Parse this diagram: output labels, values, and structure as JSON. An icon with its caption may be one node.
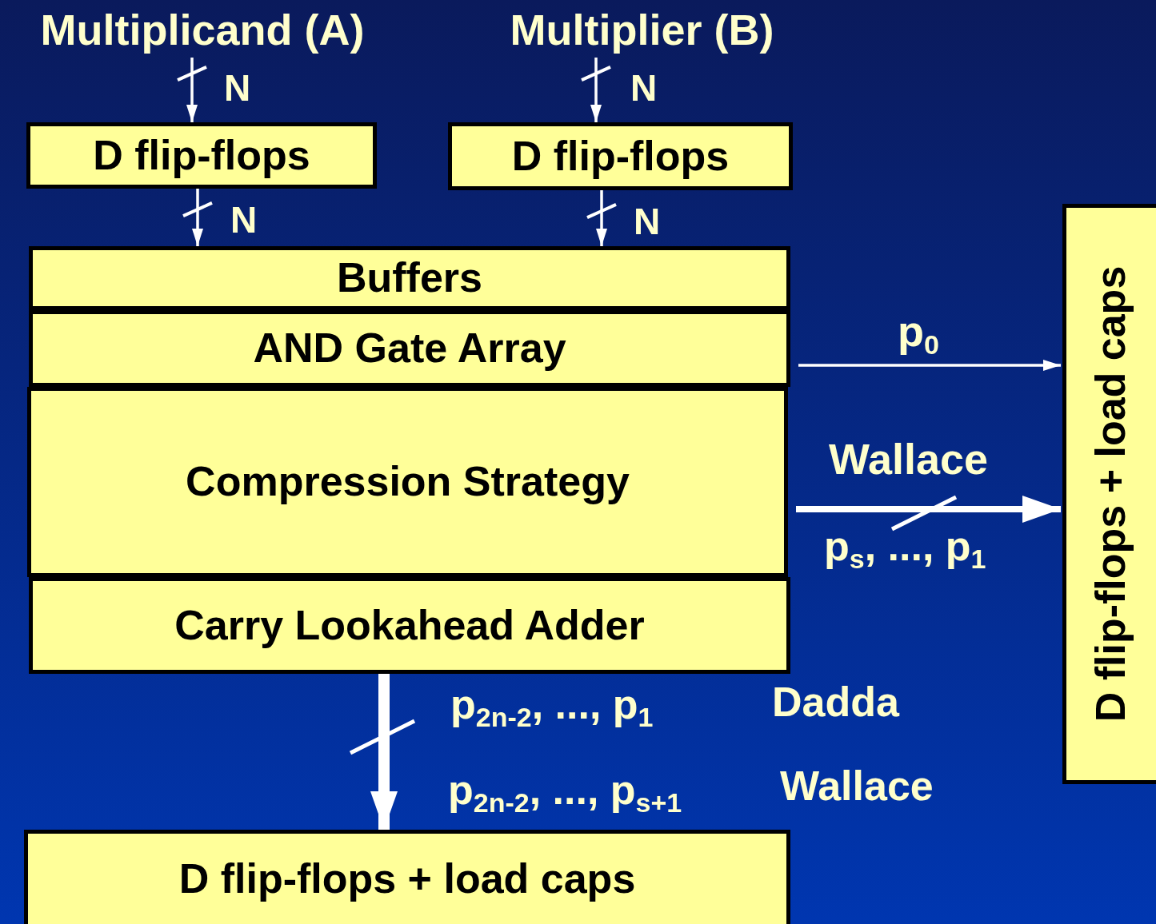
{
  "diagram": {
    "nodes": [
      {
        "text": [
          "Multiplicand (A)"
        ]
      },
      {
        "text": [
          "Multiplier (B)"
        ]
      },
      {
        "text": [
          "D flip-flops"
        ]
      },
      {
        "text": [
          "D flip-flops"
        ]
      },
      {
        "text": [
          "Buffers"
        ]
      },
      {
        "text": [
          "AND Gate Array"
        ]
      },
      {
        "text": [
          "Compression Strategy"
        ]
      },
      {
        "text": [
          "Carry Lookahead Adder"
        ]
      },
      {
        "text": [
          "D flip-flops + load caps"
        ]
      },
      {
        "text": [
          "D flip-flops + load caps"
        ]
      }
    ],
    "edges": [
      {
        "from": 0,
        "to": 2,
        "arrow": "to",
        "label": "N"
      },
      {
        "from": 1,
        "to": 3,
        "arrow": "to",
        "label": "N"
      },
      {
        "from": 2,
        "to": 4,
        "arrow": "to",
        "label": "N"
      },
      {
        "from": 3,
        "to": 4,
        "arrow": "to",
        "label": "N"
      },
      {
        "from": 5,
        "to": 8,
        "arrow": "to",
        "label": "p$_{0}$"
      },
      {
        "from": 6,
        "to": 8,
        "arrow": "to",
        "label": "Wallace",
        "style": "thick"
      },
      {
        "from": 7,
        "to": 9,
        "arrow": "to",
        "style": "thick"
      }
    ],
    "labels": [
      "p$_{s}$, ..., p$_{1}$",
      "p$_{2n-2}$, ..., p$_{1}$",
      "Dadda",
      "p$_{2n-2}$, ..., p$_{s+1}$",
      "Wallace"
    ]
  }
}
